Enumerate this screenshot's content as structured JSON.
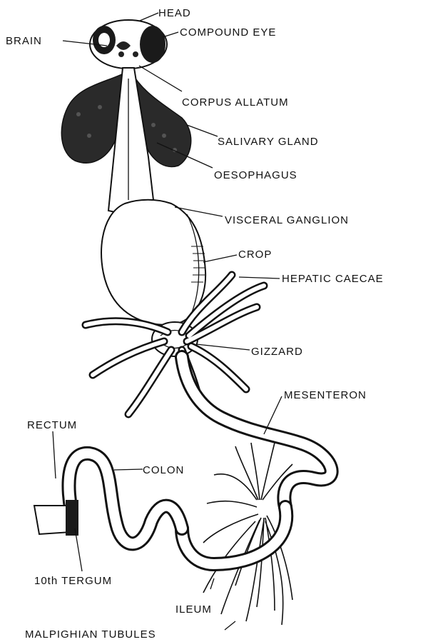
{
  "labels": {
    "head": "HEAD",
    "brain": "BRAIN",
    "compound_eye": "COMPOUND EYE",
    "corpus_allatum": "CORPUS ALLATUM",
    "salivary_gland": "SALIVARY GLAND",
    "oesophagus": "OESOPHAGUS",
    "visceral_ganglion": "VISCERAL GANGLION",
    "crop": "CROP",
    "hepatic_caecae": "HEPATIC CAECAE",
    "gizzard": "GIZZARD",
    "mesenteron": "MESENTERON",
    "rectum": "RECTUM",
    "colon": "COLON",
    "tenth_tergum": "10th TERGUM",
    "ileum": "ILEUM",
    "malpighian_tubules": "MALPIGHIAN TUBULES"
  },
  "colors": {
    "ink": "#111111",
    "gland": "#2a2a2a",
    "paper": "#ffffff"
  }
}
